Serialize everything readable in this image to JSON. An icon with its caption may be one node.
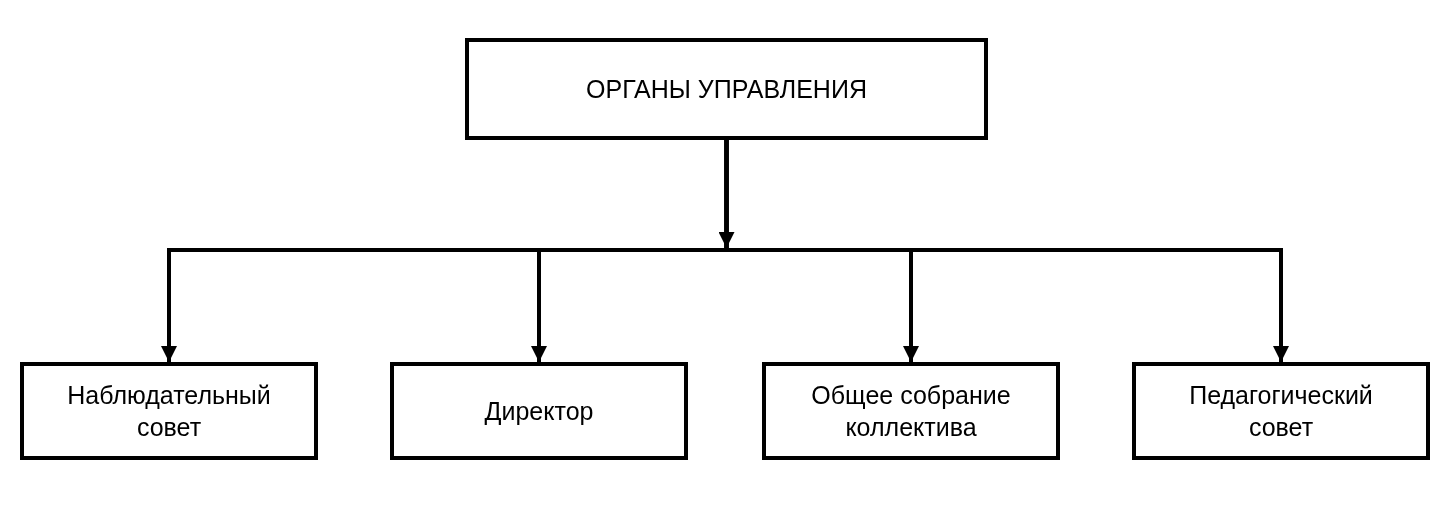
{
  "diagram": {
    "nodes": [
      {
        "text": [
          "ОРГАНЫ УПРАВЛЕНИЯ"
        ]
      },
      {
        "text": [
          "Наблюдательный совет"
        ]
      },
      {
        "text": [
          "Директор"
        ]
      },
      {
        "text": [
          "Общее собрание коллектива"
        ]
      },
      {
        "text": [
          "Педагогический совет"
        ]
      }
    ],
    "edges": [
      {
        "from": 0,
        "to": 1,
        "arrow": "to"
      },
      {
        "from": 0,
        "to": 2,
        "arrow": "to"
      },
      {
        "from": 0,
        "to": 3,
        "arrow": "to"
      },
      {
        "from": 0,
        "to": 4,
        "arrow": "to"
      }
    ]
  }
}
